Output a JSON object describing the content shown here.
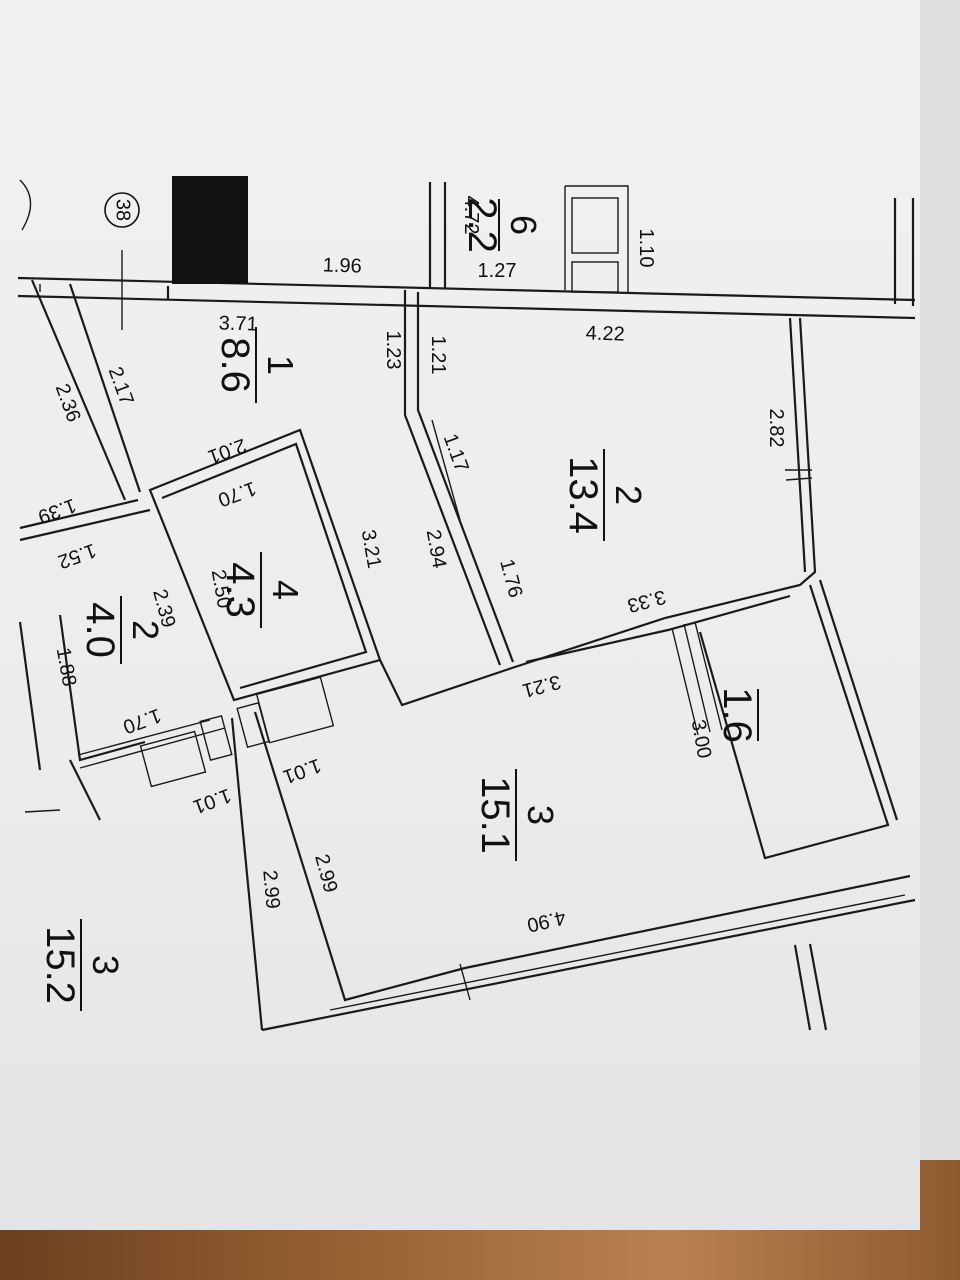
{
  "plot_marker": "38",
  "rooms": [
    {
      "number": "1",
      "area": "8.6"
    },
    {
      "number": "2",
      "area": "13.4"
    },
    {
      "number": "3",
      "area": "15.1"
    },
    {
      "number": "4",
      "area": "4.3"
    },
    {
      "number": "6",
      "area": "2.2"
    },
    {
      "number": "",
      "area": "1.6"
    },
    {
      "number": "2",
      "area": "4.0"
    },
    {
      "number": "3",
      "area": "15.2"
    }
  ],
  "dimensions": {
    "d_196": "1.96",
    "d_127": "1.27",
    "d_110": "1.10",
    "d_472": "4.72",
    "d_371": "3.71",
    "d_422": "4.22",
    "d_123": "1.23",
    "d_121": "1.21",
    "d_117": "1.17",
    "d_282": "2.82",
    "d_217": "2.17",
    "d_236": "2.36",
    "d_201": "2.01",
    "d_170a": "1.70",
    "d_139": "1.39",
    "d_152": "1.52",
    "d_321a": "3.21",
    "d_294": "2.94",
    "d_176": "1.76",
    "d_333": "3.33",
    "d_250": "2.50",
    "d_239": "2.39",
    "d_321b": "3.21",
    "d_188": "1.88",
    "d_170b": "1.70",
    "d_101a": "1.01",
    "d_101b": "1.01",
    "d_300": "3.00",
    "d_299a": "2.99",
    "d_299b": "2.99",
    "d_490": "4.90"
  }
}
